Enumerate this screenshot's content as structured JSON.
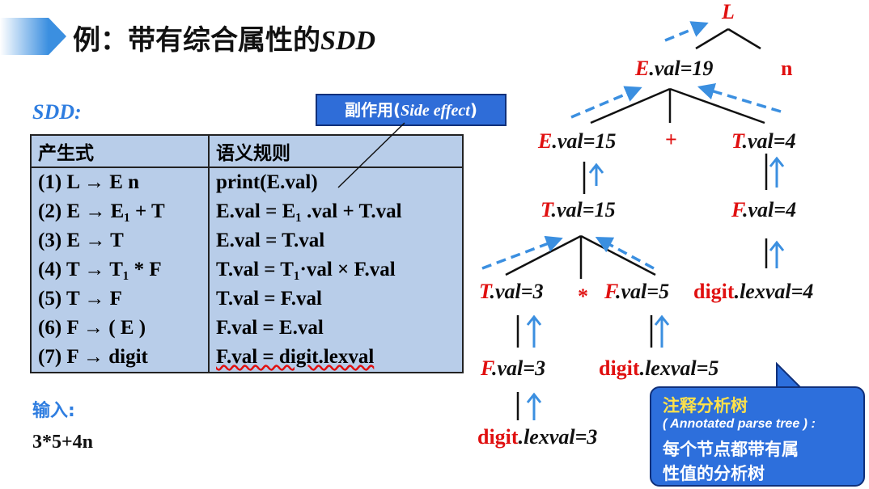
{
  "title": {
    "prefix": "例：带有综合属性的",
    "suffix": "SDD"
  },
  "sdd_label": "SDD:",
  "side_effect_note": {
    "prefix": "副作用(",
    "italic": "Side effect",
    "suffix": ")"
  },
  "table": {
    "headers": [
      "产生式",
      "语义规则"
    ],
    "rows": [
      {
        "production": "(1) L → E n",
        "rule": "print(E.val)"
      },
      {
        "production": "(2) E → E₁ + T",
        "rule": "E.val = E₁ .val + T.val"
      },
      {
        "production": "(3) E → T",
        "rule": "E.val = T.val"
      },
      {
        "production": "(4) T → T₁ * F",
        "rule": "T.val = T₁·val × F.val"
      },
      {
        "production": "(5) T → F",
        "rule": "T.val = F.val"
      },
      {
        "production": "(6) F → ( E )",
        "rule": "F.val = E.val"
      },
      {
        "production": "(7) F → digit",
        "rule": "F.val = digit.lexval"
      }
    ]
  },
  "input_label": "输入:",
  "input_value": "3*5+4n",
  "tree": {
    "root": "L",
    "n1": {
      "sym": "E",
      "attr": ".val=19"
    },
    "n_n": "n",
    "n2": {
      "sym": "E",
      "attr": ".val=15"
    },
    "plus": "+",
    "n3": {
      "sym": "T",
      "attr": ".val=4"
    },
    "n4": {
      "sym": "T",
      "attr": ".val=15"
    },
    "n5": {
      "sym": "F",
      "attr": ".val=4"
    },
    "n6": {
      "sym": "T",
      "attr": ".val=3"
    },
    "star": "*",
    "n7": {
      "sym": "F",
      "attr": ".val=5"
    },
    "n8": {
      "sym": "digit",
      "attr": ".lexval=4"
    },
    "n9": {
      "sym": "F",
      "attr": ".val=3"
    },
    "n10": {
      "sym": "digit",
      "attr": ".lexval=5"
    },
    "n11": {
      "sym": "digit",
      "attr": ".lexval=3"
    }
  },
  "callout": {
    "line1": "注释分析树",
    "line2": "( Annotated parse tree ) :",
    "line3": "每个节点都带有属",
    "line4": "性值的分析树"
  },
  "colors": {
    "accent": "#2e7de0",
    "red": "#e01010",
    "table_bg": "#b8cde9",
    "callout_bg": "#2d6fdc"
  }
}
